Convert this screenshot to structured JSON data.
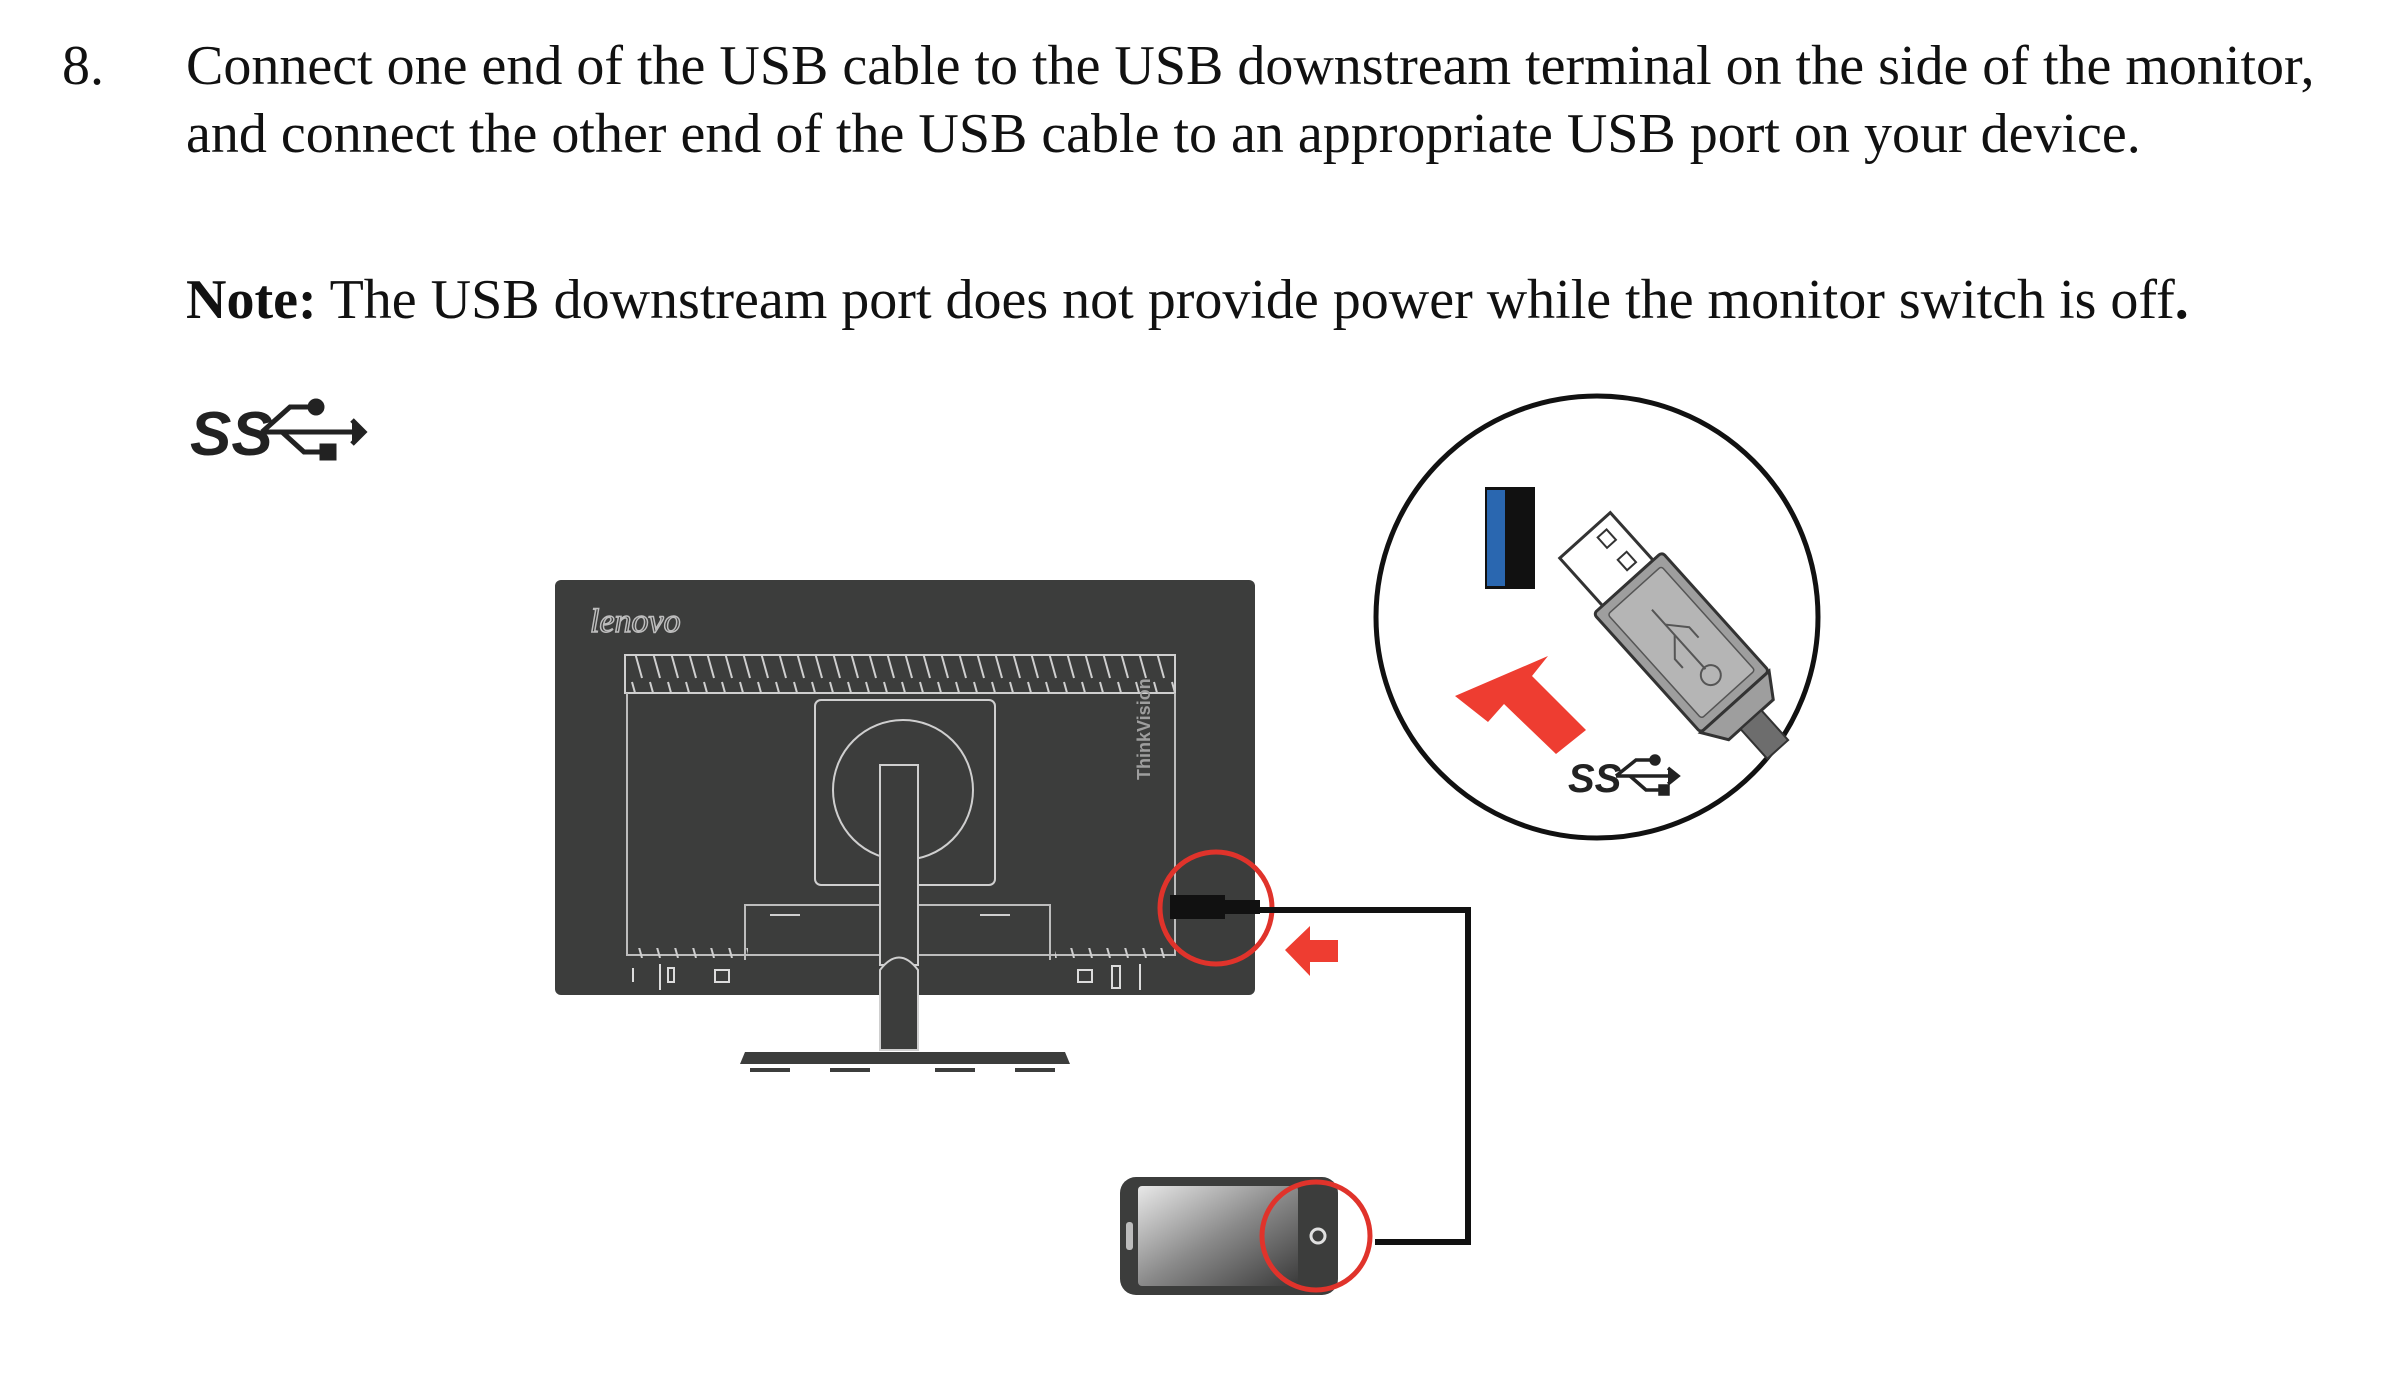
{
  "step": {
    "number": "8.",
    "text": "Connect one end of the USB cable to the USB downstream terminal on the side of the monitor, and connect the other end of the USB cable to an appropriate USB port on your device."
  },
  "note": {
    "label": "Note:",
    "text": " The USB downstream port does not provide power while the monitor switch is off",
    "end": "."
  },
  "figure": {
    "usb_logo_text": "SS",
    "brand_logo": "lenovo",
    "monitor_side_label": "ThinkVision",
    "colors": {
      "monitor": "#3c3d3c",
      "highlight": "#e0332b",
      "arrow": "#ee3d31",
      "usb_blue": "#2a67b0"
    }
  }
}
